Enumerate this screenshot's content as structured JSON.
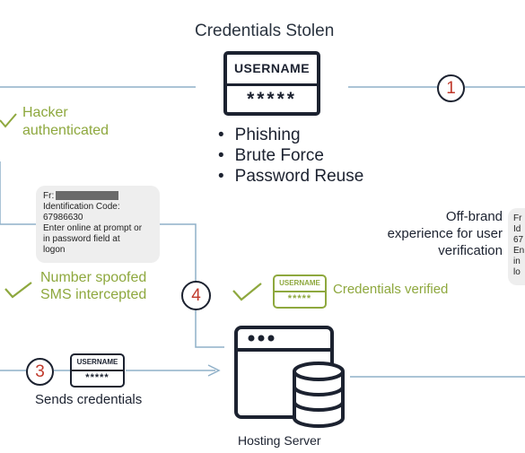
{
  "top": {
    "title": "Credentials Stolen",
    "card_username": "USERNAME",
    "card_password": "*****",
    "methods": [
      "Phishing",
      "Brute Force",
      "Password Reuse"
    ]
  },
  "steps": {
    "one": "1",
    "three": "3",
    "four": "4"
  },
  "hacker_authenticated": "Hacker\nauthenticated",
  "sms_left": {
    "line1": "Fr:",
    "line2": "Identification Code:",
    "line3": "67986630",
    "line4": "Enter online at prompt or",
    "line5": "in password field at",
    "line6": "logon"
  },
  "spoofed_label": "Number spoofed\nSMS intercepted",
  "verified": {
    "card_username": "USERNAME",
    "card_password": "*****",
    "label": "Credentials verified"
  },
  "offbrand_label": "Off-brand\nexperience for user\nverification",
  "sms_right": {
    "line1": "Fr",
    "line2": "Id",
    "line3": "67",
    "line4": "En",
    "line5": "in",
    "line6": "lo"
  },
  "sends": {
    "card_username": "USERNAME",
    "card_password": "*****",
    "label": "Sends credentials"
  },
  "server": {
    "label": "Hosting Server"
  },
  "colors": {
    "accent_green": "#8ea83e",
    "line_blue": "#8fb0c8",
    "dark": "#1c2230",
    "step_red": "#c0392b",
    "bubble_grey": "#eeeeee"
  }
}
